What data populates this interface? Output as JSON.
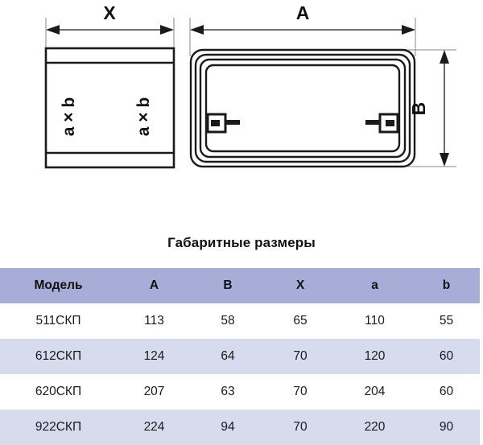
{
  "drawing": {
    "left_view": {
      "dimension_label": "X",
      "face_label_1": "a × b",
      "face_label_2": "a × b"
    },
    "right_view": {
      "width_dimension_label": "A",
      "height_dimension_label": "B"
    }
  },
  "table": {
    "title": "Габаритные размеры",
    "headers": [
      "Модель",
      "A",
      "B",
      "X",
      "a",
      "b"
    ],
    "rows": [
      {
        "model": "511СКП",
        "A": "113",
        "B": "58",
        "X": "65",
        "a": "110",
        "b": "55"
      },
      {
        "model": "612СКП",
        "A": "124",
        "B": "64",
        "X": "70",
        "a": "120",
        "b": "60"
      },
      {
        "model": "620СКП",
        "A": "207",
        "B": "63",
        "X": "70",
        "a": "204",
        "b": "60"
      },
      {
        "model": "922СКП",
        "A": "224",
        "B": "94",
        "X": "70",
        "a": "220",
        "b": "90"
      }
    ],
    "colors": {
      "header_background": "#a6aed8",
      "alt_row_background": "#d7dbee",
      "row_background": "#ffffff",
      "text": "#1a1a1a"
    }
  }
}
